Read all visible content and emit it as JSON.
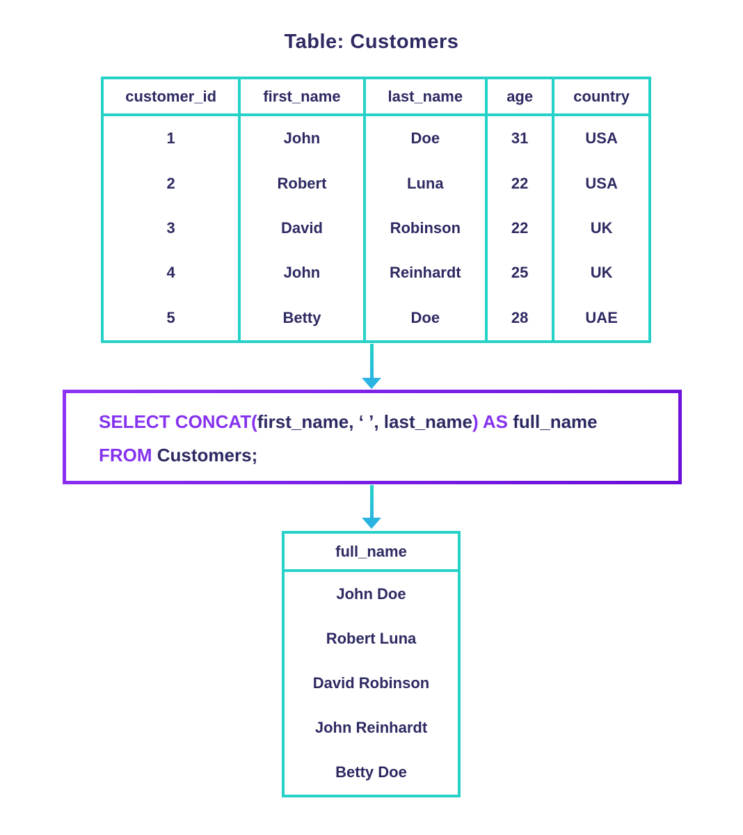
{
  "title": "Table: Customers",
  "colors": {
    "text_navy": "#2d2a62",
    "table_border_teal": "#26d2c8",
    "arrow_teal_end": "#2ab4e2",
    "sql_keyword_purple": "#8532ef",
    "query_border_gradient": [
      "#8e33f4",
      "#6a0ed8"
    ]
  },
  "source_table": {
    "columns": [
      "customer_id",
      "first_name",
      "last_name",
      "age",
      "country"
    ],
    "rows": [
      [
        "1",
        "John",
        "Doe",
        "31",
        "USA"
      ],
      [
        "2",
        "Robert",
        "Luna",
        "22",
        "USA"
      ],
      [
        "3",
        "David",
        "Robinson",
        "22",
        "UK"
      ],
      [
        "4",
        "John",
        "Reinhardt",
        "25",
        "UK"
      ],
      [
        "5",
        "Betty",
        "Doe",
        "28",
        "UAE"
      ]
    ]
  },
  "query": {
    "full_text": "SELECT CONCAT(first_name, ‘ ’, last_name) AS full_name FROM Customers;",
    "line1": {
      "kw1": "SELECT CONCAT(",
      "id1": "first_name, ‘ ’, last_name",
      "kw2": ") AS ",
      "id2": "full_name"
    },
    "line2": {
      "kw1": "FROM ",
      "id1": "Customers;"
    }
  },
  "result_table": {
    "columns": [
      "full_name"
    ],
    "rows": [
      "John Doe",
      "Robert Luna",
      "David Robinson",
      "John Reinhardt",
      "Betty Doe"
    ]
  }
}
